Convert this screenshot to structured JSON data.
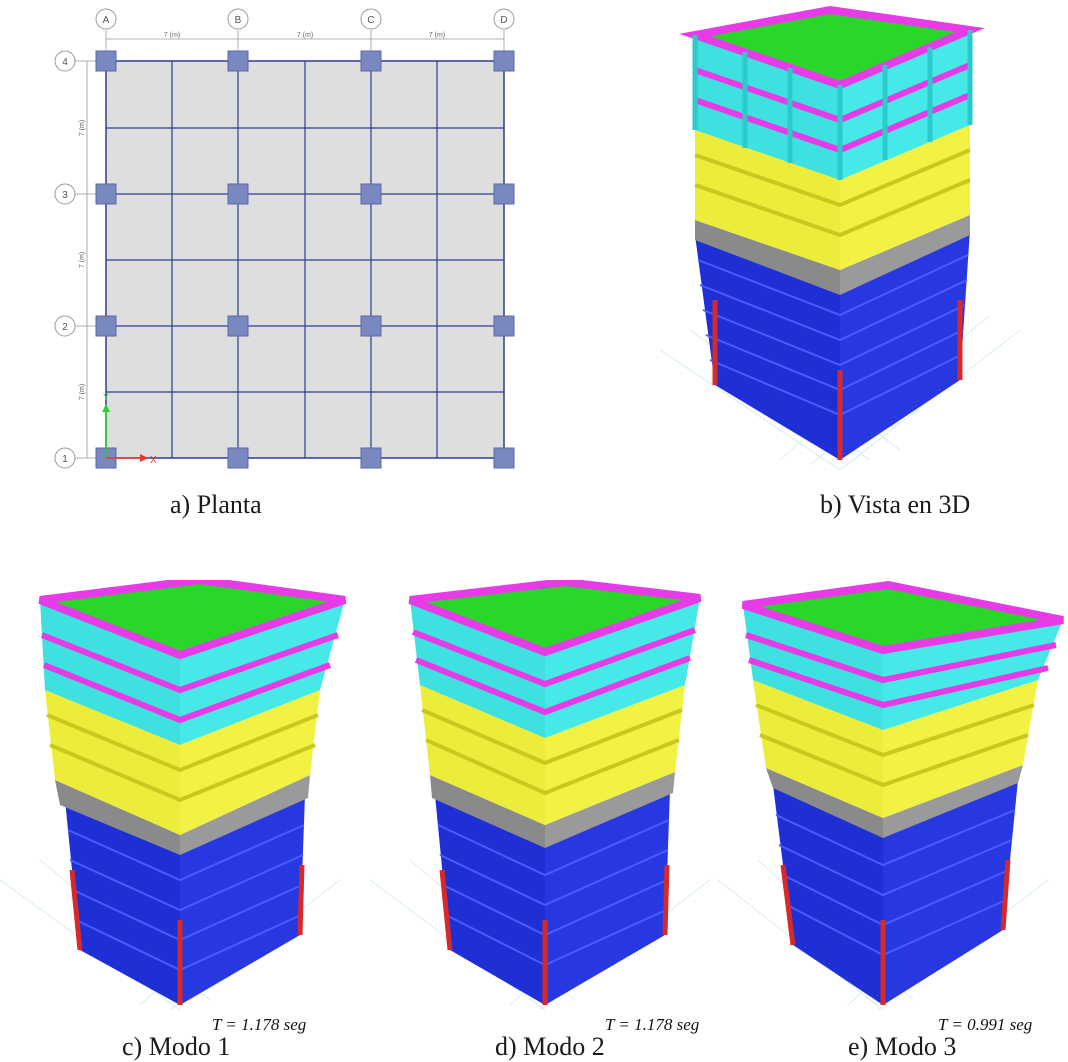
{
  "plan": {
    "axis_letters": [
      "A",
      "B",
      "C",
      "D"
    ],
    "axis_numbers": [
      "1",
      "2",
      "3",
      "4"
    ],
    "spacing_label": "7 (m)",
    "x_axis_label": "X",
    "y_axis_label": "Y",
    "caption": "a) Planta"
  },
  "view3d": {
    "caption": "b) Vista en 3D"
  },
  "modes": [
    {
      "caption": "c) Modo 1",
      "period": "T = 1.178 seg"
    },
    {
      "caption": "d) Modo 2",
      "period": "T = 1.178 seg"
    },
    {
      "caption": "e) Modo 3",
      "period": "T = 0.991 seg"
    }
  ],
  "colors": {
    "slab": "#dedede",
    "grid_line": "#2e3f8f",
    "column": "#7a88c0",
    "roof_beam": "#e63be6",
    "upper_column": "#3ee0e0",
    "mid_beam": "#ecec3a",
    "lower_beam": "#1f2fd6",
    "base_column": "#d42a2a",
    "transfer_column": "#8a8a8a",
    "slab_green": "#2bd62b"
  }
}
